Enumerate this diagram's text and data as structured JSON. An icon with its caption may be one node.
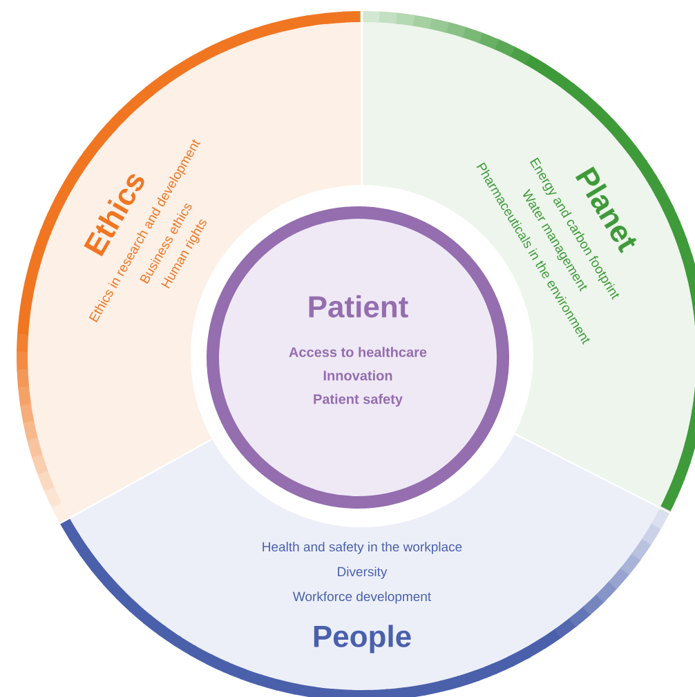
{
  "diagram": {
    "nodes": [
      {
        "text": [
          "Patient",
          "Access to healthcare",
          "Innovation",
          "Patient safety"
        ]
      },
      {
        "text": [
          "Ethics",
          "Ethics in research and development",
          "Business ethics",
          "Human rights"
        ]
      },
      {
        "text": [
          "Planet",
          "Energy and carbon footprint",
          "Water management",
          "Pharmaceuticals in the environment"
        ]
      },
      {
        "text": [
          "People",
          "Health and safety in the workplace",
          "Diversity",
          "Workforce development"
        ]
      }
    ]
  }
}
